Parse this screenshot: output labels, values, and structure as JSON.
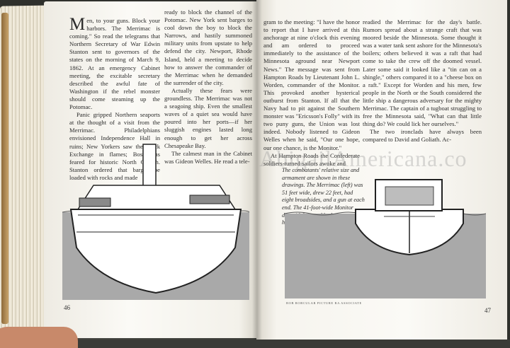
{
  "left_page": {
    "col1": {
      "dropcap": "M",
      "paragraphs": [
        "en, to your guns. Block your harbors. The Merrimac is coming.\" So read the telegrams that Northern Secretary of War Edwin Stanton sent to governors of the states on the morning of March 9, 1862. At an emergency Cabinet meeting, the excitable secretary described the awful fate of Washington if the rebel monster should come steaming up the Potomac.",
        "Panic gripped Northern seaports at the thought of a visit from the Merrimac. Philadelphians envisioned Independence Hall in ruins; New Yorkers saw the Stock Exchange in flames; Bostonians feared for historic North Church. Stanton ordered that barges be loaded with rocks and made"
      ]
    },
    "col2": {
      "paragraphs": [
        "ready to block the channel of the Potomac. New York sent barges to cool down the boy to block the Narrows, and hastily summoned military units from upstate to help defend the city. Newport, Rhode Island, held a meeting to decide how to answer the commander of the Merrimac when he demanded the surrender of the city.",
        "Actually these fears were groundless. The Merrimac was not a seagoing ship. Even the smallest waves of a quiet sea would have poured into her ports—if her sluggish engines lasted long enough to get her across Chesapeake Bay.",
        "The calmest man in the Cabinet was Gideon Welles. He read a tele-"
      ]
    },
    "page_number": "46"
  },
  "right_page": {
    "col3": {
      "paragraphs": [
        "gram to the meeting: \"I have the honor to report that I have arrived at this anchorage at nine o'clock this evening and am ordered to proceed immediately to the assistance of the Minnesota aground near Newport News.\" The message was sent from Hampton Roads by Lieutenant John L. Worden, commander of the Monitor. This provoked another hysterical outburst from Stanton. If all that the Navy had to pit against the Southern monster was \"Ericsson's Folly\" with its two puny guns, the Union was lost indeed. Nobody listened to Gideon Welles when he said, \"Our one hope, our one chance, is the Monitor.\"",
        "At Hampton Roads the Confederate soldiers-turned-sailors awoke and"
      ]
    },
    "col4": {
      "paragraphs": [
        "readied the Merrimac for the day's battle. Rumors spread about a strange craft that was moored beside the Minnesota. Some thought it was a water tank sent ashore for the Minnesota's boilers; others believed it was a raft that had come to take the crew off the doomed vessel. Later some said it looked like a \"tin can on a shingle,\" others compared it to a \"cheese box on a raft.\" Except for Worden and his men, few people in the North or the South considered the little ship a dangerous adversary for the mighty Merrimac. The captain of a tugboat struggling to free the Minnesota said, \"What can that little thing do? We could lick her ourselves.\"",
        "The two ironclads have always been compared to David and Goliath. Ac-"
      ]
    },
    "caption": "The combatants' relative size and armament are shown in these drawings. The Merrimac (left) was 51 feet wide, drew 22 feet, had eight broadsides, and a gun at each end. The 41-foot-wide Monitor drew 10 feet, and had two guns in her turret.",
    "credit": "BOB ROBCULAR PICTURE RA ASSOCIATE",
    "page_number": "47"
  },
  "watermark": "AbigailAmericana.co",
  "colors": {
    "paper": "#f7f5f0",
    "ink": "#2b2b2b",
    "drawing_gray": "#a9a9a9",
    "drawing_dark": "#6f6f6f"
  }
}
